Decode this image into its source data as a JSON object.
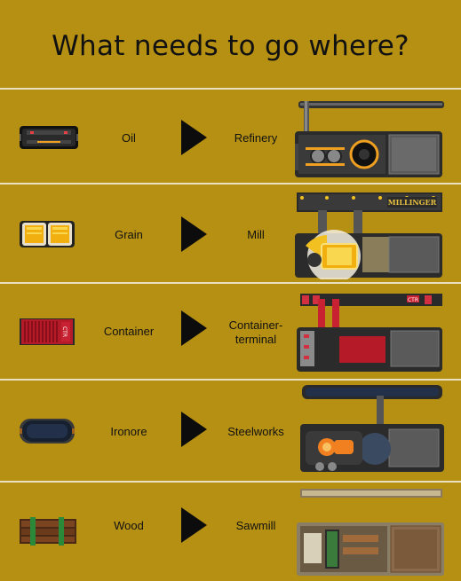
{
  "title": "What needs to go where?",
  "rows": [
    {
      "cargo": "Oil",
      "destination": "Refinery",
      "cargo_icon": "oil-tanker-icon",
      "building_icon": "refinery-icon"
    },
    {
      "cargo": "Grain",
      "destination": "Mill",
      "cargo_icon": "grain-wagon-icon",
      "building_icon": "mill-icon",
      "building_sign": "MILLINGER"
    },
    {
      "cargo": "Container",
      "destination": "Container-\nterminal",
      "cargo_icon": "container-wagon-icon",
      "building_icon": "container-terminal-icon",
      "building_sign": "CTR"
    },
    {
      "cargo": "Ironore",
      "destination": "Steelworks",
      "cargo_icon": "ironore-wagon-icon",
      "building_icon": "steelworks-icon"
    },
    {
      "cargo": "Wood",
      "destination": "Sawmill",
      "cargo_icon": "wood-wagon-icon",
      "building_icon": "sawmill-icon"
    }
  ],
  "colors": {
    "background": "#b69013",
    "divider": "#e8e0c0",
    "arrow": "#0c0c0c"
  }
}
